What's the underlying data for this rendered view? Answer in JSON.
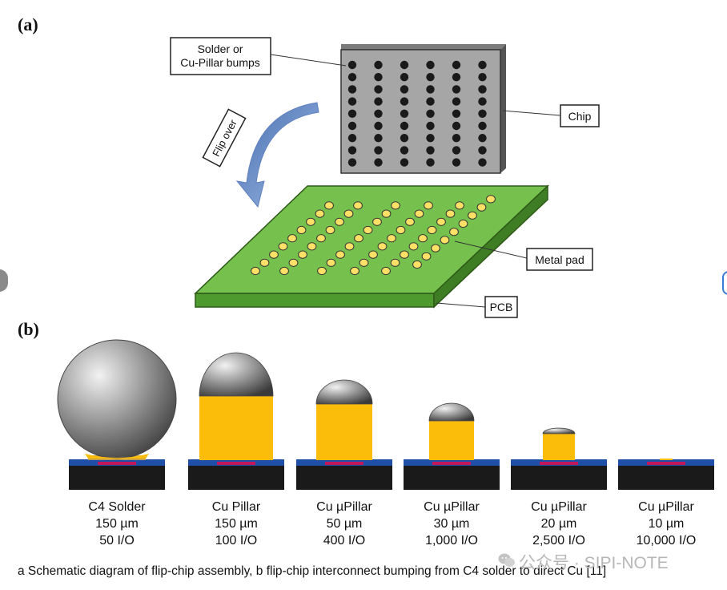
{
  "panel_labels": {
    "a": "(a)",
    "b": "(b)"
  },
  "callouts": {
    "bumps_line1": "Solder or",
    "bumps_line2": "Cu-Pillar bumps",
    "chip": "Chip",
    "metal_pad": "Metal pad",
    "pcb": "PCB",
    "flip_over": "Flip over"
  },
  "bumps": [
    {
      "l1": "C4 Solder",
      "l2": "150 µm",
      "l3": "50 I/O"
    },
    {
      "l1": "Cu Pillar",
      "l2": "150 µm",
      "l3": "100 I/O"
    },
    {
      "l1": "Cu µPillar",
      "l2": "50 µm",
      "l3": "400 I/O"
    },
    {
      "l1": "Cu µPillar",
      "l2": "30 µm",
      "l3": "1,000 I/O"
    },
    {
      "l1": "Cu µPillar",
      "l2": "20 µm",
      "l3": "2,500 I/O"
    },
    {
      "l1": "Cu µPillar",
      "l2": "10 µm",
      "l3": "10,000 I/O"
    }
  ],
  "caption": "a Schematic diagram of flip-chip assembly, b flip-chip interconnect bumping from C4 solder to direct Cu [11]",
  "watermark": "公众号 · SIPI-NOTE",
  "colors": {
    "chip": "#a6a6a6",
    "pcb": "#74bd4c",
    "pad": "#ffe066",
    "copper": "#fbbd0a",
    "substrate": "#1a1a1a",
    "passivation": "#1f4fa6",
    "arrow": "#7ea3dc"
  }
}
